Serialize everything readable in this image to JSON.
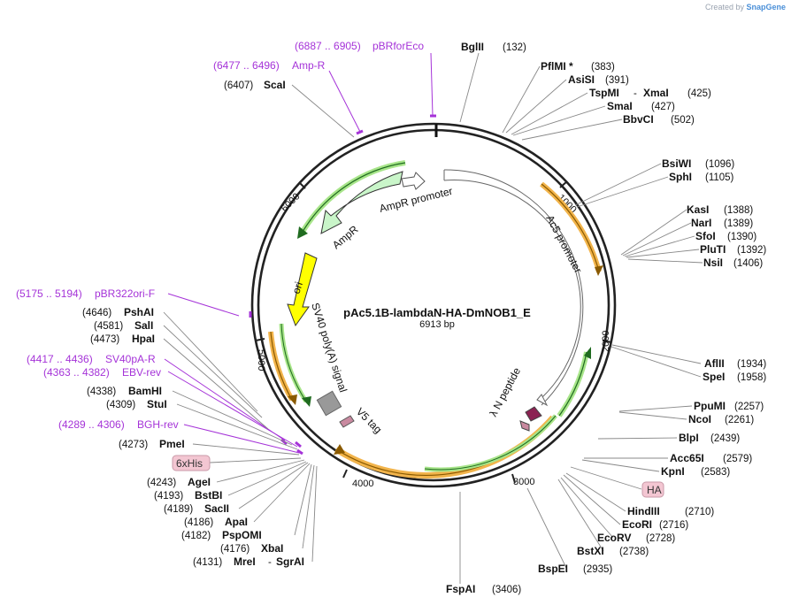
{
  "header": {
    "brand_prefix": "Created by",
    "brand_name": "SnapGene"
  },
  "plasmid": {
    "name": "pAc5.1B-lambdaN-HA-DmNOB1_E",
    "length": "6913 bp"
  },
  "ticks": [
    "1000",
    "2000",
    "3000",
    "4000",
    "5000",
    "6000"
  ],
  "features": {
    "ampr_promoter": "AmpR promoter",
    "ampr": "AmpR",
    "ori": "ori",
    "sv40": "SV40 poly(A) signal",
    "ac5": "Ac5 promoter",
    "v5": "V5 tag",
    "npep": "λ N peptide"
  },
  "tags": {
    "ha": "HA",
    "his": "6xHis"
  },
  "primers": {
    "pbrforeco": {
      "range": "(6887 .. 6905)",
      "name": "pBRforEco"
    },
    "ampr": {
      "range": "(6477 .. 6496)",
      "name": "Amp-R"
    },
    "pbr322": {
      "range": "(5175 .. 5194)",
      "name": "pBR322ori-F"
    },
    "sv40pa": {
      "range": "(4417 .. 4436)",
      "name": "SV40pA-R"
    },
    "ebv": {
      "range": "(4363 .. 4382)",
      "name": "EBV-rev"
    },
    "bgh": {
      "range": "(4289 .. 4306)",
      "name": "BGH-rev"
    }
  },
  "sites": {
    "bglii": {
      "name": "BglII",
      "pos": "(132)"
    },
    "pflmi": {
      "name": "PflMI *",
      "pos": "(383)"
    },
    "assi": {
      "name": "AsiSI",
      "pos": "(391)"
    },
    "tspmi": {
      "name": "TspMI",
      "sep": "-",
      "name2": "XmaI",
      "pos": "(425)"
    },
    "smai": {
      "name": "SmaI",
      "pos": "(427)"
    },
    "bbvci": {
      "name": "BbvCI",
      "pos": "(502)"
    },
    "bsiwi": {
      "name": "BsiWI",
      "pos": "(1096)"
    },
    "sphi": {
      "name": "SphI",
      "pos": "(1105)"
    },
    "kasi": {
      "name": "KasI",
      "pos": "(1388)"
    },
    "nari": {
      "name": "NarI",
      "pos": "(1389)"
    },
    "sfoi": {
      "name": "SfoI",
      "pos": "(1390)"
    },
    "pluti": {
      "name": "PluTI",
      "pos": "(1392)"
    },
    "nsii": {
      "name": "NsiI",
      "pos": "(1406)"
    },
    "aflii": {
      "name": "AflII",
      "pos": "(1934)"
    },
    "spei": {
      "name": "SpeI",
      "pos": "(1958)"
    },
    "ppumi": {
      "name": "PpuMI",
      "pos": "(2257)"
    },
    "ncoi": {
      "name": "NcoI",
      "pos": "(2261)"
    },
    "blpi": {
      "name": "BlpI",
      "pos": "(2439)"
    },
    "acc65i": {
      "name": "Acc65I",
      "pos": "(2579)"
    },
    "kpni": {
      "name": "KpnI",
      "pos": "(2583)"
    },
    "hindiii": {
      "name": "HindIII",
      "pos": "(2710)"
    },
    "ecori": {
      "name": "EcoRI",
      "pos": "(2716)"
    },
    "ecorv": {
      "name": "EcoRV",
      "pos": "(2728)"
    },
    "bstxi": {
      "name": "BstXI",
      "pos": "(2738)"
    },
    "bspei": {
      "name": "BspEI",
      "pos": "(2935)"
    },
    "fspai": {
      "name": "FspAI",
      "pos": "(3406)"
    },
    "scai": {
      "name": "ScaI",
      "pos": "(6407)"
    },
    "pshai": {
      "name": "PshAI",
      "pos": "(4646)"
    },
    "sali": {
      "name": "SalI",
      "pos": "(4581)"
    },
    "hpai": {
      "name": "HpaI",
      "pos": "(4473)"
    },
    "bamhi": {
      "name": "BamHI",
      "pos": "(4338)"
    },
    "stui": {
      "name": "StuI",
      "pos": "(4309)"
    },
    "pmei": {
      "name": "PmeI",
      "pos": "(4273)"
    },
    "agei": {
      "name": "AgeI",
      "pos": "(4243)"
    },
    "bstbi": {
      "name": "BstBI",
      "pos": "(4193)"
    },
    "sacii": {
      "name": "SacII",
      "pos": "(4189)"
    },
    "apai": {
      "name": "ApaI",
      "pos": "(4186)"
    },
    "pspomi": {
      "name": "PspOMI",
      "pos": "(4182)"
    },
    "xbai": {
      "name": "XbaI",
      "pos": "(4176)"
    },
    "mrei": {
      "name": "MreI",
      "sep": "-",
      "name2": "SgrAI",
      "pos": "(4131)"
    }
  }
}
